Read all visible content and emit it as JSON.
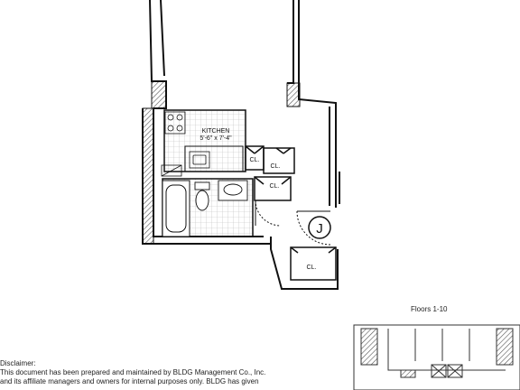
{
  "plan": {
    "kitchen_label": "KITCHEN",
    "kitchen_dims": "5'-6\" x 7'-4\"",
    "closet_labels": [
      "CL.",
      "CL.",
      "CL.",
      "CL."
    ],
    "unit_letter": "J"
  },
  "key_plan": {
    "floors_label": "Floors 1-10"
  },
  "disclaimer": {
    "heading": "Disclaimer:",
    "lines": [
      "This document has been prepared and maintained by BLDG Management Co., Inc.",
      "and its affiliate managers and owners for internal purposes only.  BLDG has given"
    ]
  },
  "colors": {
    "wall": "#111111",
    "hatch": "#555555",
    "tile": "#bbbbbb"
  }
}
